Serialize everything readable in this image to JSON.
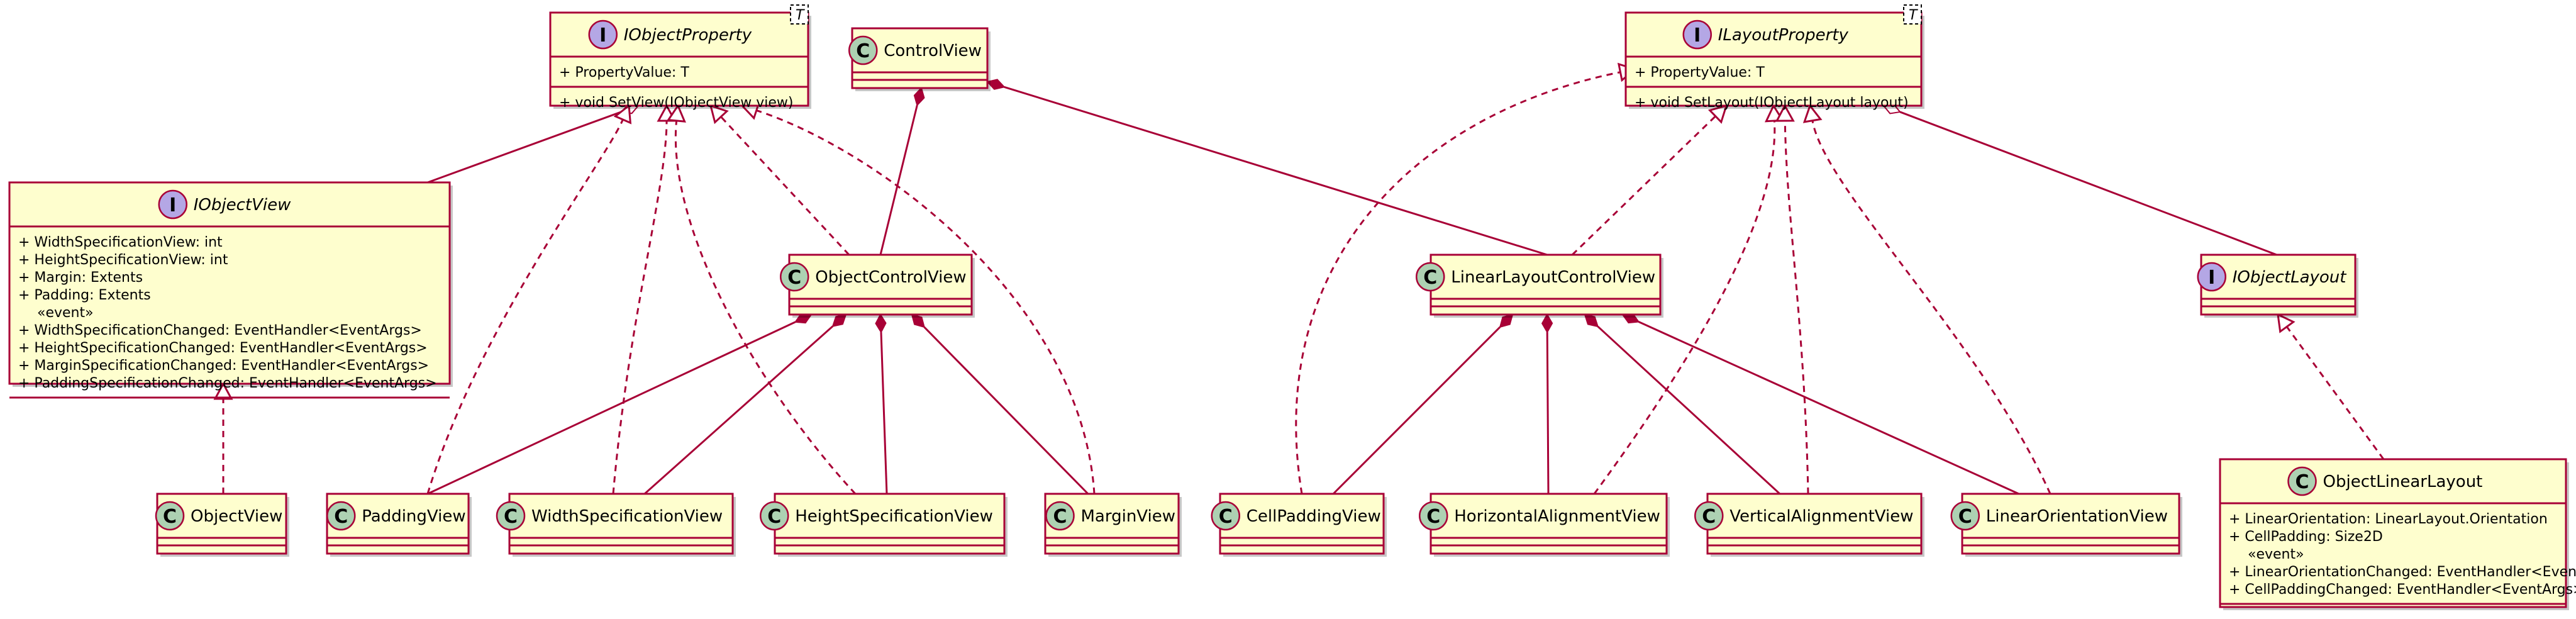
{
  "diagram": {
    "classes": [
      {
        "id": "IObjectProperty",
        "kind": "interface",
        "name": "IObjectProperty",
        "type_param": "T",
        "attributes": [
          "+ PropertyValue: T"
        ],
        "methods": [
          "+ void SetView(IObjectView view)"
        ]
      },
      {
        "id": "ControlView",
        "kind": "class",
        "name": "ControlView",
        "type_param": "",
        "attributes": [],
        "methods": []
      },
      {
        "id": "ILayoutProperty",
        "kind": "interface",
        "name": "ILayoutProperty",
        "type_param": "T",
        "attributes": [
          "+ PropertyValue: T"
        ],
        "methods": [
          "+ void SetLayout(IObjectLayout layout)"
        ]
      },
      {
        "id": "IObjectView",
        "kind": "interface",
        "name": "IObjectView",
        "type_param": "",
        "attributes": [
          "+ WidthSpecificationView: int",
          "+ HeightSpecificationView: int",
          "+ Margin: Extents",
          "+ Padding: Extents",
          "«event»",
          "+ WidthSpecificationChanged: EventHandler<EventArgs>",
          "+ HeightSpecificationChanged: EventHandler<EventArgs>",
          "+ MarginSpecificationChanged: EventHandler<EventArgs>",
          "+ PaddingSpecificationChanged: EventHandler<EventArgs>"
        ],
        "methods": []
      },
      {
        "id": "ObjectControlView",
        "kind": "class",
        "name": "ObjectControlView",
        "type_param": "",
        "attributes": [],
        "methods": []
      },
      {
        "id": "LinearLayoutControlView",
        "kind": "class",
        "name": "LinearLayoutControlView",
        "type_param": "",
        "attributes": [],
        "methods": []
      },
      {
        "id": "IObjectLayout",
        "kind": "interface",
        "name": "IObjectLayout",
        "type_param": "",
        "attributes": [],
        "methods": []
      },
      {
        "id": "ObjectView",
        "kind": "class",
        "name": "ObjectView",
        "type_param": "",
        "attributes": [],
        "methods": []
      },
      {
        "id": "PaddingView",
        "kind": "class",
        "name": "PaddingView",
        "type_param": "",
        "attributes": [],
        "methods": []
      },
      {
        "id": "WidthSpecificationView",
        "kind": "class",
        "name": "WidthSpecificationView",
        "type_param": "",
        "attributes": [],
        "methods": []
      },
      {
        "id": "HeightSpecificationView",
        "kind": "class",
        "name": "HeightSpecificationView",
        "type_param": "",
        "attributes": [],
        "methods": []
      },
      {
        "id": "MarginView",
        "kind": "class",
        "name": "MarginView",
        "type_param": "",
        "attributes": [],
        "methods": []
      },
      {
        "id": "CellPaddingView",
        "kind": "class",
        "name": "CellPaddingView",
        "type_param": "",
        "attributes": [],
        "methods": []
      },
      {
        "id": "HorizontalAlignmentView",
        "kind": "class",
        "name": "HorizontalAlignmentView",
        "type_param": "",
        "attributes": [],
        "methods": []
      },
      {
        "id": "VerticalAlignmentView",
        "kind": "class",
        "name": "VerticalAlignmentView",
        "type_param": "",
        "attributes": [],
        "methods": []
      },
      {
        "id": "LinearOrientationView",
        "kind": "class",
        "name": "LinearOrientationView",
        "type_param": "",
        "attributes": [],
        "methods": []
      },
      {
        "id": "ObjectLinearLayout",
        "kind": "class",
        "name": "ObjectLinearLayout",
        "type_param": "",
        "attributes": [
          "+ LinearOrientation: LinearLayout.Orientation",
          "+ CellPadding: Size2D",
          "«event»",
          "+ LinearOrientationChanged: EventHandler<EventArgs>",
          "+ CellPaddingChanged: EventHandler<EventArgs>"
        ],
        "methods": []
      }
    ],
    "relations": [
      {
        "from": "IObjectProperty",
        "to": "IObjectView",
        "type": "aggregation"
      },
      {
        "from": "ILayoutProperty",
        "to": "IObjectLayout",
        "type": "aggregation"
      },
      {
        "from": "ControlView",
        "to": "ObjectControlView",
        "type": "composition"
      },
      {
        "from": "ControlView",
        "to": "LinearLayoutControlView",
        "type": "composition"
      },
      {
        "from": "ObjectControlView",
        "to": "IObjectProperty",
        "type": "realization"
      },
      {
        "from": "PaddingView",
        "to": "IObjectProperty",
        "type": "realization"
      },
      {
        "from": "WidthSpecificationView",
        "to": "IObjectProperty",
        "type": "realization"
      },
      {
        "from": "HeightSpecificationView",
        "to": "IObjectProperty",
        "type": "realization"
      },
      {
        "from": "MarginView",
        "to": "IObjectProperty",
        "type": "realization"
      },
      {
        "from": "CellPaddingView",
        "to": "ILayoutProperty",
        "type": "realization"
      },
      {
        "from": "LinearLayoutControlView",
        "to": "ILayoutProperty",
        "type": "realization"
      },
      {
        "from": "HorizontalAlignmentView",
        "to": "ILayoutProperty",
        "type": "realization"
      },
      {
        "from": "VerticalAlignmentView",
        "to": "ILayoutProperty",
        "type": "realization"
      },
      {
        "from": "LinearOrientationView",
        "to": "ILayoutProperty",
        "type": "realization"
      },
      {
        "from": "ObjectView",
        "to": "IObjectView",
        "type": "realization"
      },
      {
        "from": "ObjectLinearLayout",
        "to": "IObjectLayout",
        "type": "realization"
      },
      {
        "from": "ObjectControlView",
        "to": "PaddingView",
        "type": "composition"
      },
      {
        "from": "ObjectControlView",
        "to": "WidthSpecificationView",
        "type": "composition"
      },
      {
        "from": "ObjectControlView",
        "to": "HeightSpecificationView",
        "type": "composition"
      },
      {
        "from": "ObjectControlView",
        "to": "MarginView",
        "type": "composition"
      },
      {
        "from": "LinearLayoutControlView",
        "to": "CellPaddingView",
        "type": "composition"
      },
      {
        "from": "LinearLayoutControlView",
        "to": "HorizontalAlignmentView",
        "type": "composition"
      },
      {
        "from": "LinearLayoutControlView",
        "to": "VerticalAlignmentView",
        "type": "composition"
      },
      {
        "from": "LinearLayoutControlView",
        "to": "LinearOrientationView",
        "type": "composition"
      }
    ],
    "colors": {
      "box_fill": "#FEFECE",
      "border": "#A80036",
      "class_circle": "#ADD1B2",
      "interface_circle": "#B4A7E5"
    }
  }
}
